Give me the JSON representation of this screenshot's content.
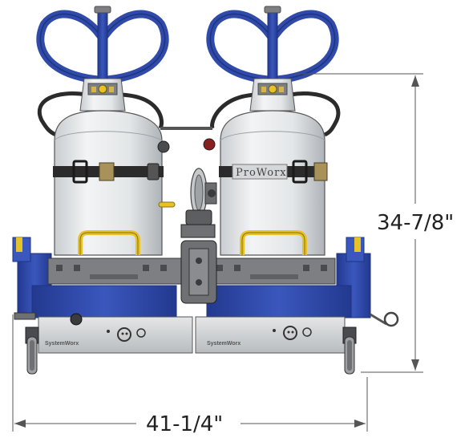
{
  "dimensions": {
    "height_label": "34-7/8\"",
    "width_label": "41-1/4\""
  },
  "branding": {
    "tank_logo": "ProWorx",
    "plate_logo": "SystemWorx"
  },
  "colors": {
    "frame_blue": "#2f4aa8",
    "frame_blue_dark": "#1e3380",
    "tank_body": "#e6e9ea",
    "tank_shade": "#b9bec2",
    "steel": "#7d7f82",
    "steel_dark": "#4a4b4e",
    "plate": "#cfd2d4",
    "yellow": "#e6c229",
    "strap": "#2b2b2b",
    "line": "#555555"
  }
}
